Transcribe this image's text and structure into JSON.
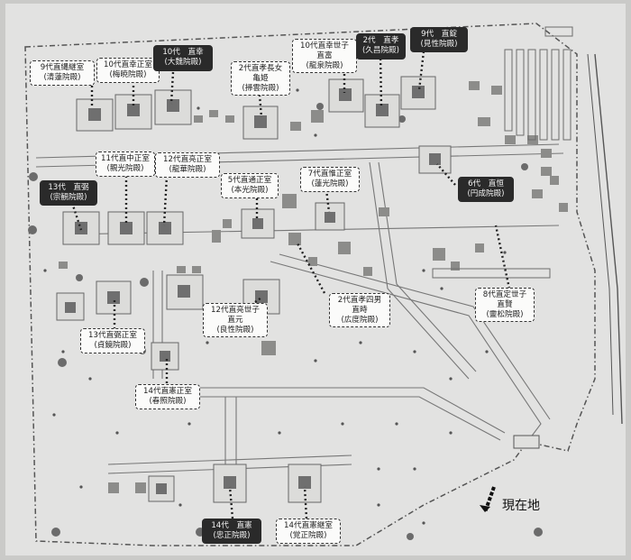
{
  "map": {
    "current_location": "現在地",
    "colors": {
      "background": "#d2d2cf",
      "paper": "#ececeb",
      "line": "#6b6b6b",
      "label_dark": "#2a2a2a",
      "label_light": "#fbfbfa"
    }
  },
  "labels": {
    "l9_naoakira": [
      "9代直縄継室",
      "(清蓮院殿)"
    ],
    "l10_naoyuki_seishitsu": [
      "10代直幸正室",
      "(梅暁院殿)"
    ],
    "l10_naoyuki": [
      "10代　直幸",
      "(大魏院殿)"
    ],
    "l2_naotaka_daughter": [
      "2代直孝長女",
      "亀姫",
      "(掃雲院殿)"
    ],
    "l10_naoyuki_heir": [
      "10代直幸世子",
      "直富",
      "(龍泉院殿)"
    ],
    "l2_naotaka": [
      "2代　直孝",
      "(久昌院殿)"
    ],
    "l9_naohide": [
      "9代　直錠",
      "(見性院殿)"
    ],
    "l11_naonaka_seishitsu": [
      "11代直中正室",
      "(親光院殿)"
    ],
    "l12_naoaki_seishitsu": [
      "12代直亮正室",
      "(龍華院殿)"
    ],
    "l13_naohiro": [
      "13代　直弼",
      "(宗観院殿)"
    ],
    "l5_naomichi": [
      "5代直通正室",
      "(本光院殿)"
    ],
    "l7_naonobu": [
      "7代直惟正室",
      "(蓮光院殿)"
    ],
    "l6_naotsune": [
      "6代　直恒",
      "(円成院殿)"
    ],
    "l8_naosada_heir": [
      "8代直定世子",
      "直賢",
      "(靈松院殿)"
    ],
    "l13_naosuke_seishitsu": [
      "13代直弼正室",
      "(貞鏡院殿)"
    ],
    "l2_naotaka_4th": [
      "2代直孝四男",
      "直時",
      "(広度院殿)"
    ],
    "l12_naoaki_heir": [
      "12代直亮世子",
      "直元",
      "(良性院殿)"
    ],
    "l14_naonori_seishitsu": [
      "14代直憲正室",
      "(春照院殿)"
    ],
    "l14_naonori": [
      "14代　直憲",
      "(忠正院殿)"
    ],
    "l14_naonori_keishitsu": [
      "14代直憲継室",
      "(覚正院殿)"
    ]
  }
}
